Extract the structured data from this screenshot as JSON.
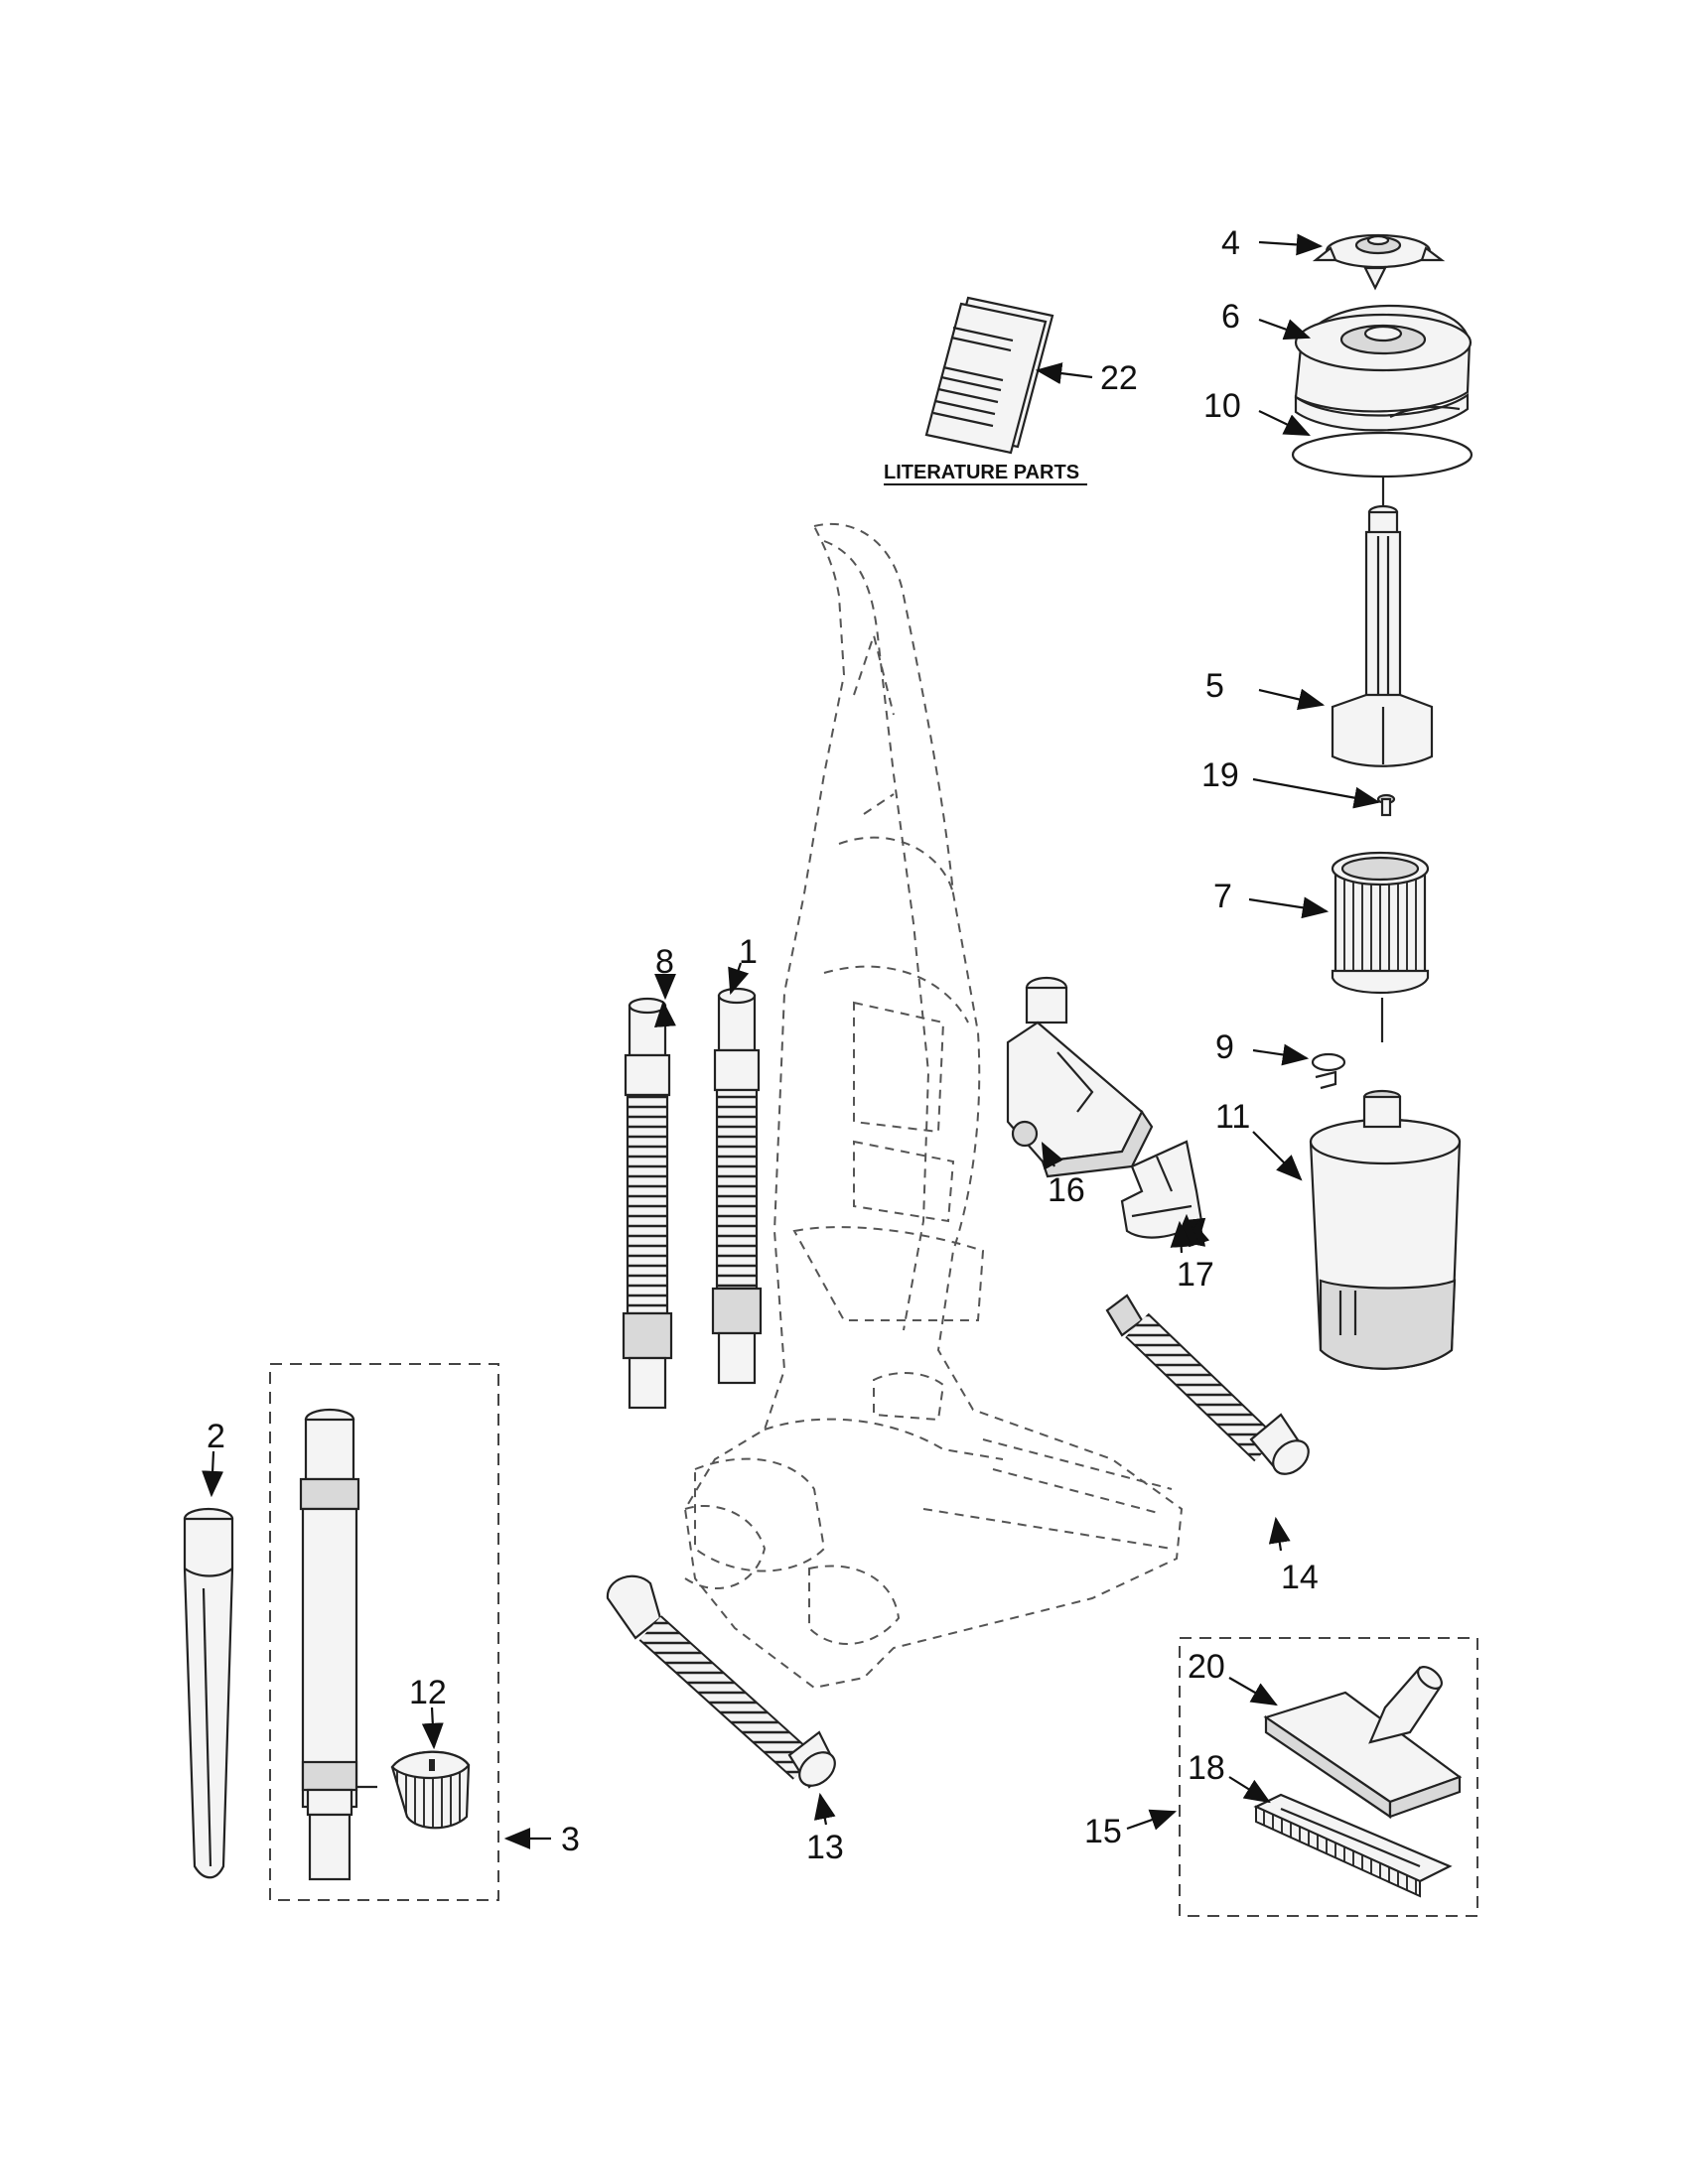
{
  "literature_title": "LITERATURE PARTS",
  "callouts": {
    "c1": "1",
    "c2": "2",
    "c3": "3",
    "c4": "4",
    "c5": "5",
    "c6": "6",
    "c7": "7",
    "c8": "8",
    "c9": "9",
    "c10": "10",
    "c11": "11",
    "c12": "12",
    "c13": "13",
    "c14": "14",
    "c15": "15",
    "c16": "16",
    "c17": "17",
    "c18": "18",
    "c19": "19",
    "c20": "20",
    "c22": "22"
  }
}
